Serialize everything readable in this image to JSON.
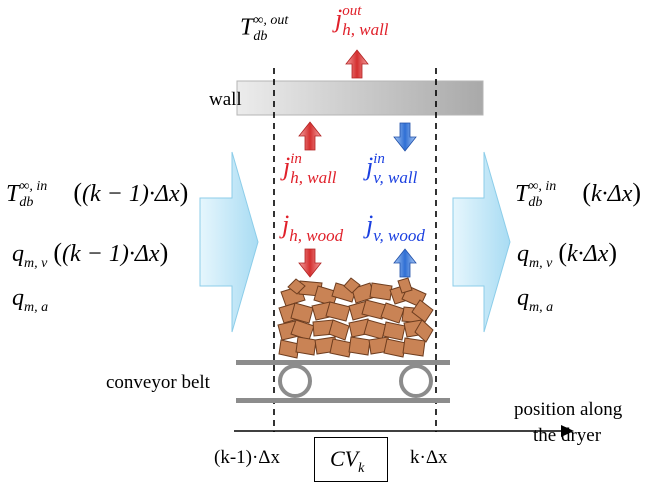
{
  "colors": {
    "heat_red": "#e0202a",
    "vapor_blue": "#1a3fe0",
    "wall_gray": "#c8c8c8",
    "inflow_arrow": "#bfe6f7",
    "wood_chip": "#c98355",
    "belt_gray": "#8c8c8c"
  },
  "labels": {
    "wall": "wall",
    "conveyor_belt": "conveyor belt",
    "position_axis_line1": "position along",
    "position_axis_line2": "the dryer",
    "left_boundary": "(k-1)·Δx",
    "right_boundary": "k·Δx",
    "control_volume": "CV",
    "control_volume_sub": "k"
  },
  "symbols": {
    "T_out": {
      "base": "T",
      "sub": "db",
      "sup": "∞, out"
    },
    "j_out": {
      "base": "j",
      "sub": "h, wall",
      "sup": "out"
    },
    "j_h_wall_in": {
      "base": "j",
      "sub": "h, wall",
      "sup": "in"
    },
    "j_v_wall_in": {
      "base": "j",
      "sub": "v, wall",
      "sup": "in"
    },
    "j_h_wood": {
      "base": "j",
      "sub": "h, wood"
    },
    "j_v_wood": {
      "base": "j",
      "sub": "v, wood"
    },
    "inlet_T": {
      "base": "T",
      "sub": "db",
      "sup": "∞, in",
      "arg": "(k − 1)·Δx"
    },
    "inlet_q_v": {
      "base": "q",
      "sub": "m, v",
      "arg": "(k − 1)·Δx"
    },
    "inlet_q_a": {
      "base": "q",
      "sub": "m, a"
    },
    "outlet_T": {
      "base": "T",
      "sub": "db",
      "sup": "∞, in",
      "arg": "k·Δx"
    },
    "outlet_q_v": {
      "base": "q",
      "sub": "m, v",
      "arg": "k·Δx"
    },
    "outlet_q_a": {
      "base": "q",
      "sub": "m, a"
    }
  }
}
